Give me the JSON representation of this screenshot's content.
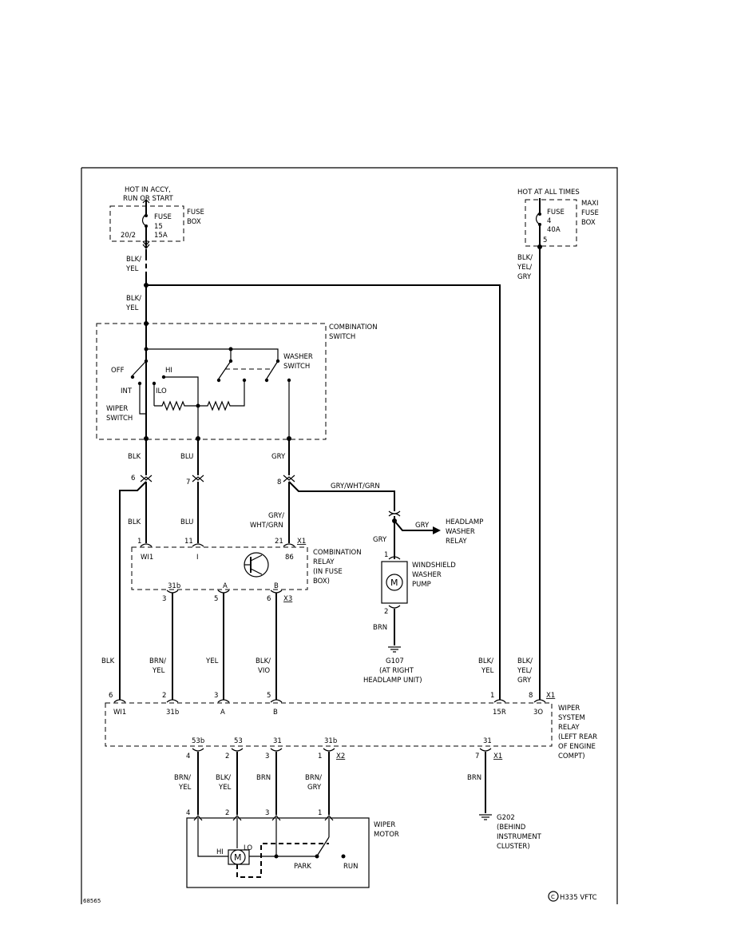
{
  "sources": {
    "hot_accy": "HOT IN ACCY,",
    "hot_run": "RUN OR START",
    "fuse_box_fuse": "FUSE",
    "fuse_box_num": "15",
    "fuse_box_amp": "15A",
    "fuse_box_pin": "20/2",
    "fuse_box_label1": "FUSE",
    "fuse_box_label2": "BOX",
    "hot_all": "HOT AT ALL TIMES",
    "maxi_fuse": "FUSE",
    "maxi_num": "4",
    "maxi_amp": "40A",
    "maxi_pin": "5",
    "maxi_label1": "MAXI",
    "maxi_label2": "FUSE",
    "maxi_label3": "BOX"
  },
  "wires": {
    "blk_yel_1a": "BLK/",
    "blk_yel_1b": "YEL",
    "blk_yel_2a": "BLK/",
    "blk_yel_2b": "YEL",
    "blk_yel_gry_a": "BLK/",
    "blk_yel_gry_b": "YEL/",
    "blk_yel_gry_c": "GRY",
    "blk": "BLK",
    "blu": "BLU",
    "gry": "GRY",
    "gry_wht_grn": "GRY/WHT/GRN",
    "blk_2": "BLK",
    "blu_2": "BLU",
    "gry_wht_grn_a": "GRY/",
    "gry_wht_grn_b": "WHT/GRN",
    "gry_pump": "GRY",
    "gry_hl": "GRY",
    "brn_pump": "BRN",
    "blk_3": "BLK",
    "brn_yel_a": "BRN/",
    "brn_yel_b": "YEL",
    "yel": "YEL",
    "blk_vio_a": "BLK/",
    "blk_vio_b": "VIO",
    "blk_yel_3a": "BLK/",
    "blk_yel_3b": "YEL",
    "blk_yel_gry2_a": "BLK/",
    "blk_yel_gry2_b": "YEL/",
    "blk_yel_gry2_c": "GRY",
    "m_brn_yel_a": "BRN/",
    "m_brn_yel_b": "YEL",
    "m_blk_yel_a": "BLK/",
    "m_blk_yel_b": "YEL",
    "m_brn": "BRN",
    "m_brn_gry_a": "BRN/",
    "m_brn_gry_b": "GRY",
    "g202_brn": "BRN"
  },
  "combo_switch": {
    "label1": "COMBINATION",
    "label2": "SWITCH",
    "off": "OFF",
    "hi": "HI",
    "int": "INT",
    "lo": "ILO",
    "wiper1": "WIPER",
    "wiper2": "SWITCH",
    "washer1": "WASHER",
    "washer2": "SWITCH",
    "pin6": "6",
    "pin7": "7",
    "pin8": "8"
  },
  "combo_relay": {
    "label1": "COMBINATION",
    "label2": "RELAY",
    "label3": "(IN FUSE",
    "label4": "BOX)",
    "p1": "1",
    "p11": "11",
    "p21": "21",
    "x1": "X1",
    "t_wi1": "WI1",
    "t_i": "I",
    "t_86": "86",
    "t_31b": "31b",
    "t_a": "A",
    "t_b": "B",
    "p3": "3",
    "p5": "5",
    "p6": "6",
    "x3": "X3"
  },
  "headlamp": {
    "label1": "HEADLAMP",
    "label2": "WASHER",
    "label3": "RELAY"
  },
  "pump": {
    "label1": "WINDSHIELD",
    "label2": "WASHER",
    "label3": "PUMP",
    "motor": "M",
    "p1": "1",
    "p2": "2"
  },
  "g107": {
    "name": "G107",
    "l1": "(AT RIGHT",
    "l2": "HEADLAMP UNIT)"
  },
  "wiper_relay": {
    "label1": "WIPER",
    "label2": "SYSTEM",
    "label3": "RELAY",
    "label4": "(LEFT REAR",
    "label5": "OF ENGINE",
    "label6": "COMPT)",
    "p6": "6",
    "p2": "2",
    "p3": "3",
    "p5": "5",
    "p1": "1",
    "p8": "8",
    "x1": "X1",
    "t_wi1": "WI1",
    "t_31b": "31b",
    "t_a": "A",
    "t_b": "B",
    "t_15r": "15R",
    "t_30": "3O",
    "b_53b": "53b",
    "b_53": "53",
    "b_31": "31",
    "b_31b": "31b",
    "b_31g": "31",
    "bp4": "4",
    "bp2": "2",
    "bp3": "3",
    "bp1": "1",
    "bp7": "7",
    "x2": "X2",
    "x1b": "X1"
  },
  "g202": {
    "name": "G202",
    "l1": "(BEHIND",
    "l2": "INSTRUMENT",
    "l3": "CLUSTER)"
  },
  "wiper_motor": {
    "label1": "WIPER",
    "label2": "MOTOR",
    "p4": "4",
    "p2": "2",
    "p3": "3",
    "p1": "1",
    "hi": "HI",
    "lo": "LO",
    "motor": "M",
    "park": "PARK",
    "run": "RUN"
  },
  "footer": {
    "fig_id": "68565",
    "copyright": "H335 VFTC",
    "copyright_mark": "C"
  }
}
